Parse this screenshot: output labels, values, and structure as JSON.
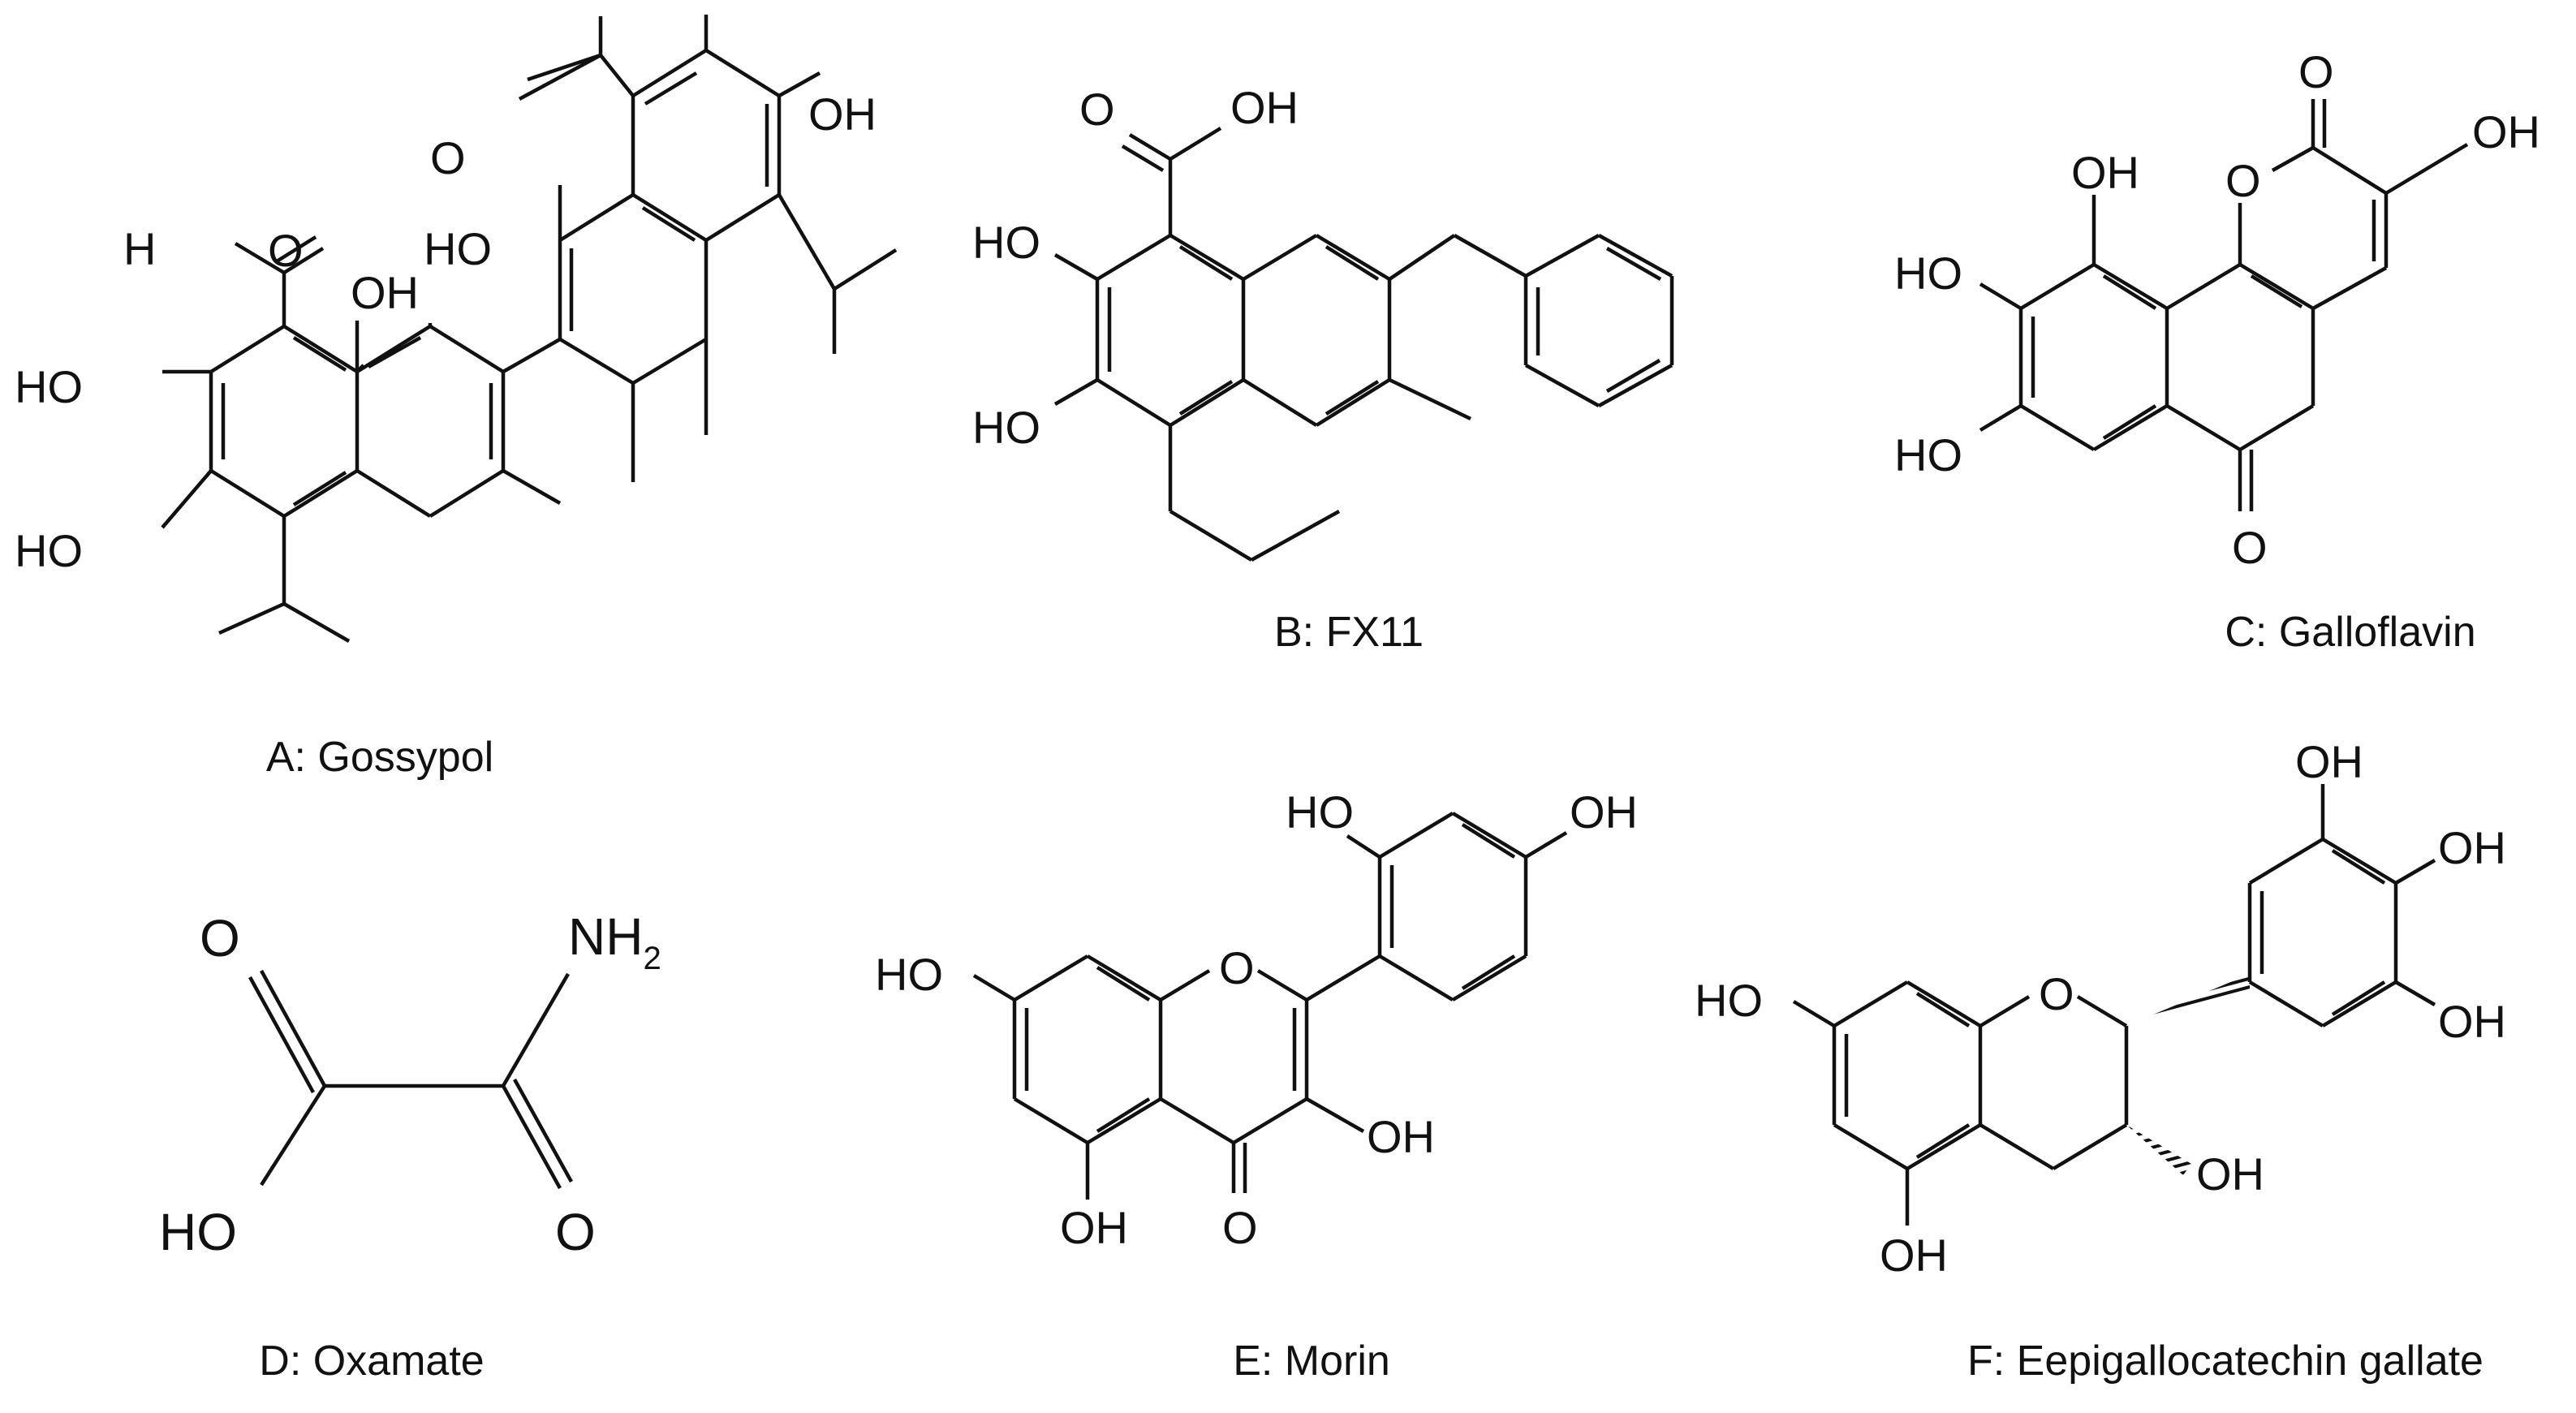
{
  "figure": {
    "ink_color": "#111111",
    "background_color": "#ffffff"
  },
  "structures": [
    {
      "id": "gossypol",
      "caption": "A: Gossypol",
      "labels": {
        "ald_h": "H",
        "ald_o": "O",
        "oh_peri": "OH",
        "ho_upper": "HO",
        "ho_lower": "HO",
        "oh_peri_b": "HO",
        "acetyl_o": "O",
        "oh_top": "OH"
      }
    },
    {
      "id": "fx11",
      "caption": "B: FX11",
      "labels": {
        "acid_o": "O",
        "acid_oh": "OH",
        "ho_upper": "HO",
        "ho_lower": "HO"
      }
    },
    {
      "id": "galloflavin",
      "caption": "C: Galloflavin",
      "labels": {
        "lactone_o": "O",
        "ring_o": "O",
        "oh_right": "OH",
        "oh_peri": "OH",
        "ho_upper": "HO",
        "ho_lower": "HO",
        "keto_o": "O"
      }
    },
    {
      "id": "oxamate",
      "caption": "D: Oxamate",
      "labels": {
        "o_left": "O",
        "nh": "NH",
        "nh_sub": "2",
        "ho": "HO",
        "o_right": "O"
      }
    },
    {
      "id": "morin",
      "caption": "E: Morin",
      "labels": {
        "ho_top": "HO",
        "oh_top": "OH",
        "ho_left": "HO",
        "ring_o": "O",
        "oh_right": "OH",
        "oh_bottom": "OH",
        "keto_o": "O"
      }
    },
    {
      "id": "egcg",
      "caption": "F: Eepigallocatechin gallate",
      "labels": {
        "oh_top": "OH",
        "oh_mid": "OH",
        "oh_low": "OH",
        "ho_left": "HO",
        "ring_o": "O",
        "oh_c3": "OH",
        "oh_bottom": "OH"
      }
    }
  ]
}
